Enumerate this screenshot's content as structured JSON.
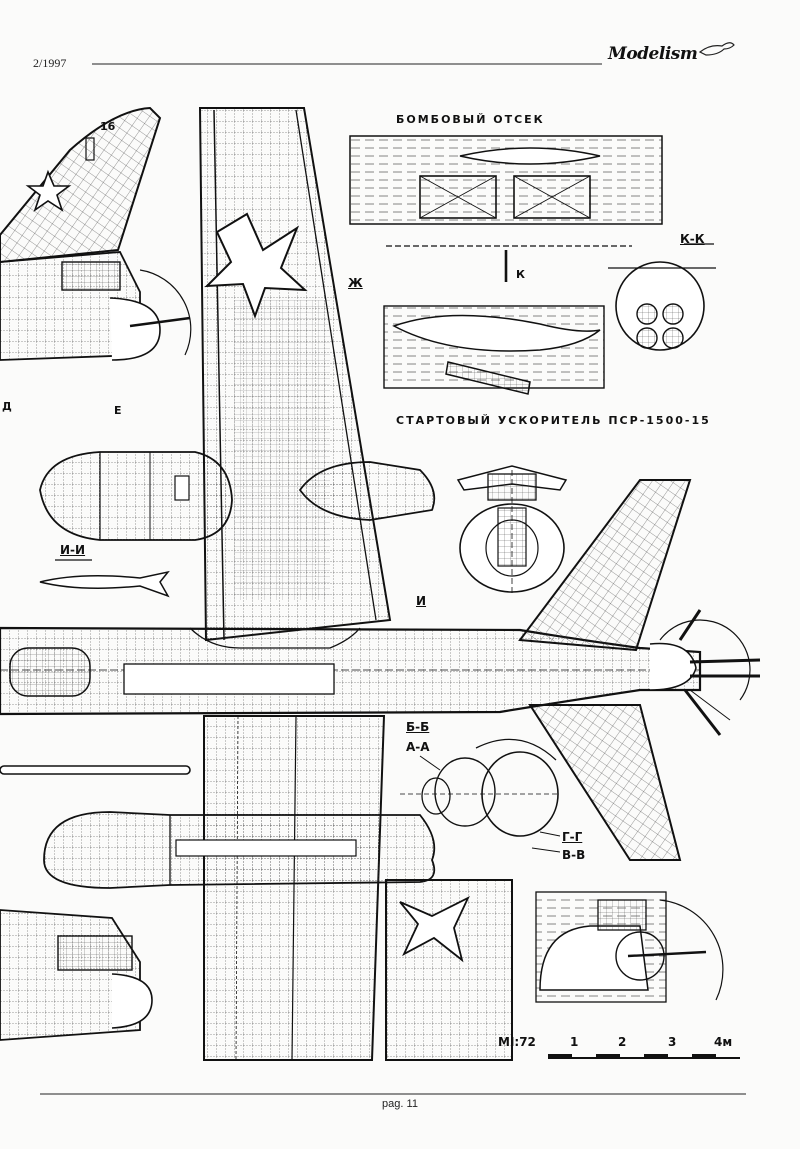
{
  "header": {
    "issue": "2/1997",
    "brand": "Modelism"
  },
  "labels": {
    "bomb_bay": "БОМБОВЫЙ ОТСЕК",
    "booster": "СТАРТОВЫЙ УСКОРИТЕЛЬ ПСР-1500-15",
    "section_kk": "К-К",
    "section_zh": "Ж",
    "section_ii_left": "И-И",
    "section_ii_wing": "И",
    "marker_k": "К",
    "marker_e": "Е",
    "marker_d": "Д",
    "tail_number": "16",
    "section_bb": "Б-Б",
    "section_aa": "А-А",
    "section_gg": "Г-Г",
    "section_vv": "В-В"
  },
  "scale_bar": {
    "ratio": "MI:72",
    "ticks": [
      "1",
      "2",
      "3",
      "4м"
    ]
  },
  "footer": {
    "page": "pag. 11"
  }
}
